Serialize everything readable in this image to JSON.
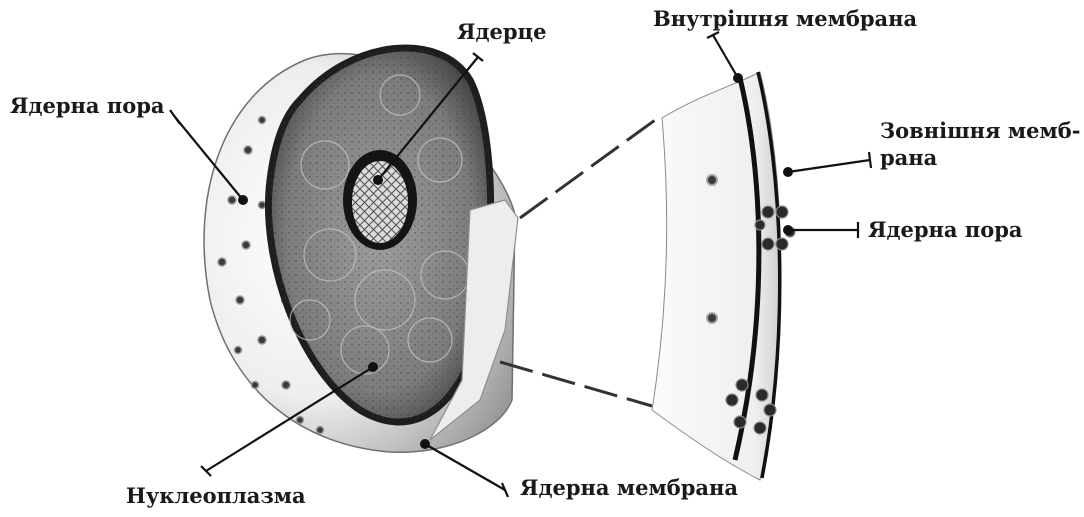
{
  "labels": {
    "nuclear_pore_left": "Ядерна пора",
    "nucleolus": "Ядерце",
    "inner_membrane": "Внутрішня мембрана",
    "outer_membrane_line1": "Зовнішня мемб-",
    "outer_membrane_line2": "рана",
    "nuclear_pore_right": "Ядерна пора",
    "nucleoplasm": "Нуклеоплазма",
    "nuclear_membrane": "Ядерна мембрана"
  }
}
